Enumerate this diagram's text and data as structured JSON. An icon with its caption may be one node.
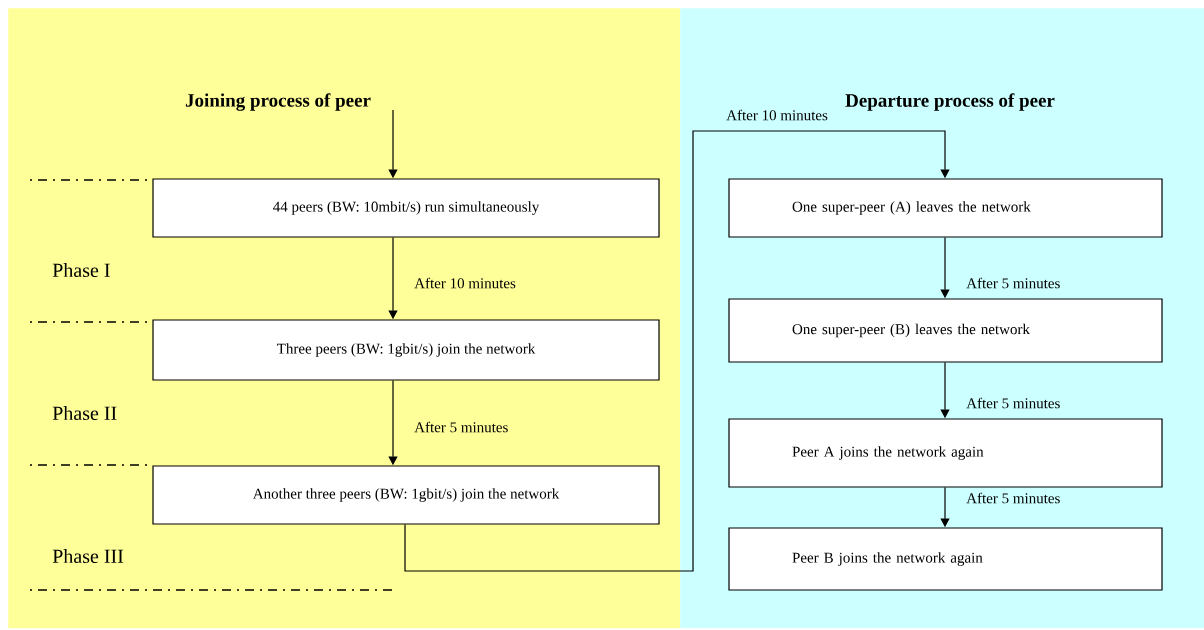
{
  "diagram": {
    "nodes": [
      {
        "text": [
          "Joining process of peer"
        ]
      },
      {
        "text": [
          "Departure process of peer"
        ]
      },
      {
        "text": [
          "44 peers (BW: 10mbit/s) run simultaneously"
        ],
        "in": 0
      },
      {
        "text": [
          "Three peers (BW: 1gbit/s) join the network"
        ],
        "in": 0
      },
      {
        "text": [
          "Another three peers (BW: 1gbit/s) join the network"
        ],
        "in": 0
      },
      {
        "text": [
          "One super-peer (A) leaves the network"
        ],
        "in": 1
      },
      {
        "text": [
          "One super-peer (B) leaves the network"
        ],
        "in": 1
      },
      {
        "text": [
          "Peer A joins the network again"
        ],
        "in": 1
      },
      {
        "text": [
          "Peer B joins the network again"
        ],
        "in": 1
      }
    ],
    "edges": [
      {
        "from": null,
        "to": 2,
        "arrow": "to"
      },
      {
        "from": 2,
        "to": 3,
        "arrow": "to",
        "label": "After 10 minutes"
      },
      {
        "from": 3,
        "to": 4,
        "arrow": "to",
        "label": "After 5 minutes"
      },
      {
        "from": 4,
        "to": 5,
        "arrow": "to",
        "label": "After 10 minutes"
      },
      {
        "from": 5,
        "to": 6,
        "arrow": "to",
        "label": "After 5 minutes"
      },
      {
        "from": 6,
        "to": 7,
        "arrow": "to",
        "label": "After 5 minutes"
      },
      {
        "from": 7,
        "to": 8,
        "arrow": "to",
        "label": "After 5 minutes"
      }
    ],
    "labels": [
      "Phase I",
      "Phase II",
      "Phase III"
    ]
  }
}
